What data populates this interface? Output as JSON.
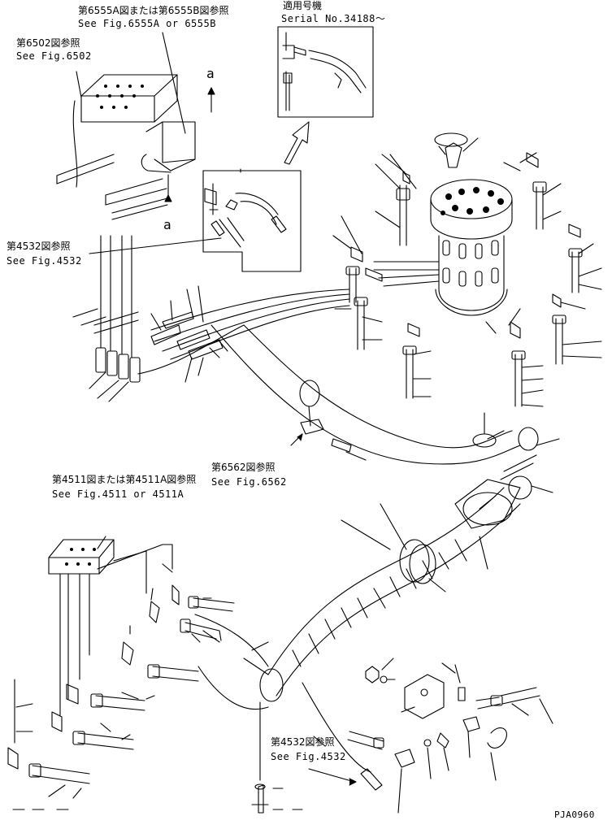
{
  "references": {
    "ref_6555_jp": "第6555A図または第6555B図参照",
    "ref_6555_en": "See Fig.6555A or 6555B",
    "ref_6502_jp": "第6502図参照",
    "ref_6502_en": "See Fig.6502",
    "ref_4532_top_jp": "第4532図参照",
    "ref_4532_top_en": "See Fig.4532",
    "ref_6562_jp": "第6562図参照",
    "ref_6562_en": "See Fig.6562",
    "ref_4511_jp": "第4511図または第4511A図参照",
    "ref_4511_en": "See Fig.4511 or 4511A",
    "ref_4532_bottom_jp": "第4532図参照",
    "ref_4532_bottom_en": "See Fig.4532"
  },
  "serial_box": {
    "title_jp": "適用号機",
    "serial": "Serial No.34188～"
  },
  "view_markers": {
    "top": "a",
    "bottom": "a"
  },
  "drawing_code": "PJA0960",
  "colors": {
    "line": "#000000",
    "background": "#ffffff"
  }
}
